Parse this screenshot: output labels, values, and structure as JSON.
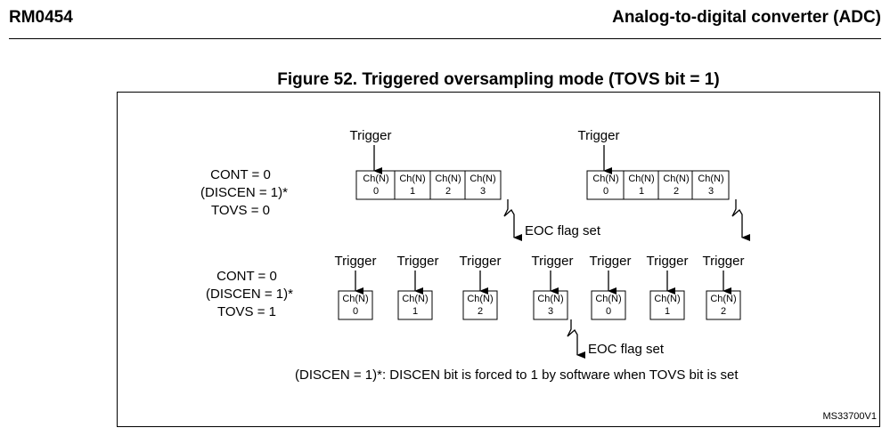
{
  "header": {
    "doc_id": "RM0454",
    "section_title": "Analog-to-digital converter (ADC)"
  },
  "figure": {
    "title": "Figure 52. Triggered oversampling mode (TOVS bit = 1)",
    "ref": "MS33700V1",
    "footnote": "(DISCEN = 1)*: DISCEN bit is forced to 1 by software when TOVS bit is set"
  },
  "row1": {
    "settings": [
      "CONT = 0",
      "(DISCEN = 1)*",
      "TOVS = 0"
    ],
    "trigger_label": "Trigger",
    "cell_label": "Ch(N)",
    "groups": [
      {
        "cells": [
          "0",
          "1",
          "2",
          "3"
        ]
      },
      {
        "cells": [
          "0",
          "1",
          "2",
          "3"
        ]
      }
    ],
    "eoc_label": "EOC flag set"
  },
  "row2": {
    "settings": [
      "CONT = 0",
      "(DISCEN = 1)*",
      "TOVS = 1"
    ],
    "trigger_label": "Trigger",
    "cell_label": "Ch(N)",
    "items": [
      "0",
      "1",
      "2",
      "3",
      "0",
      "1",
      "2"
    ],
    "eoc_label": "EOC flag set"
  }
}
